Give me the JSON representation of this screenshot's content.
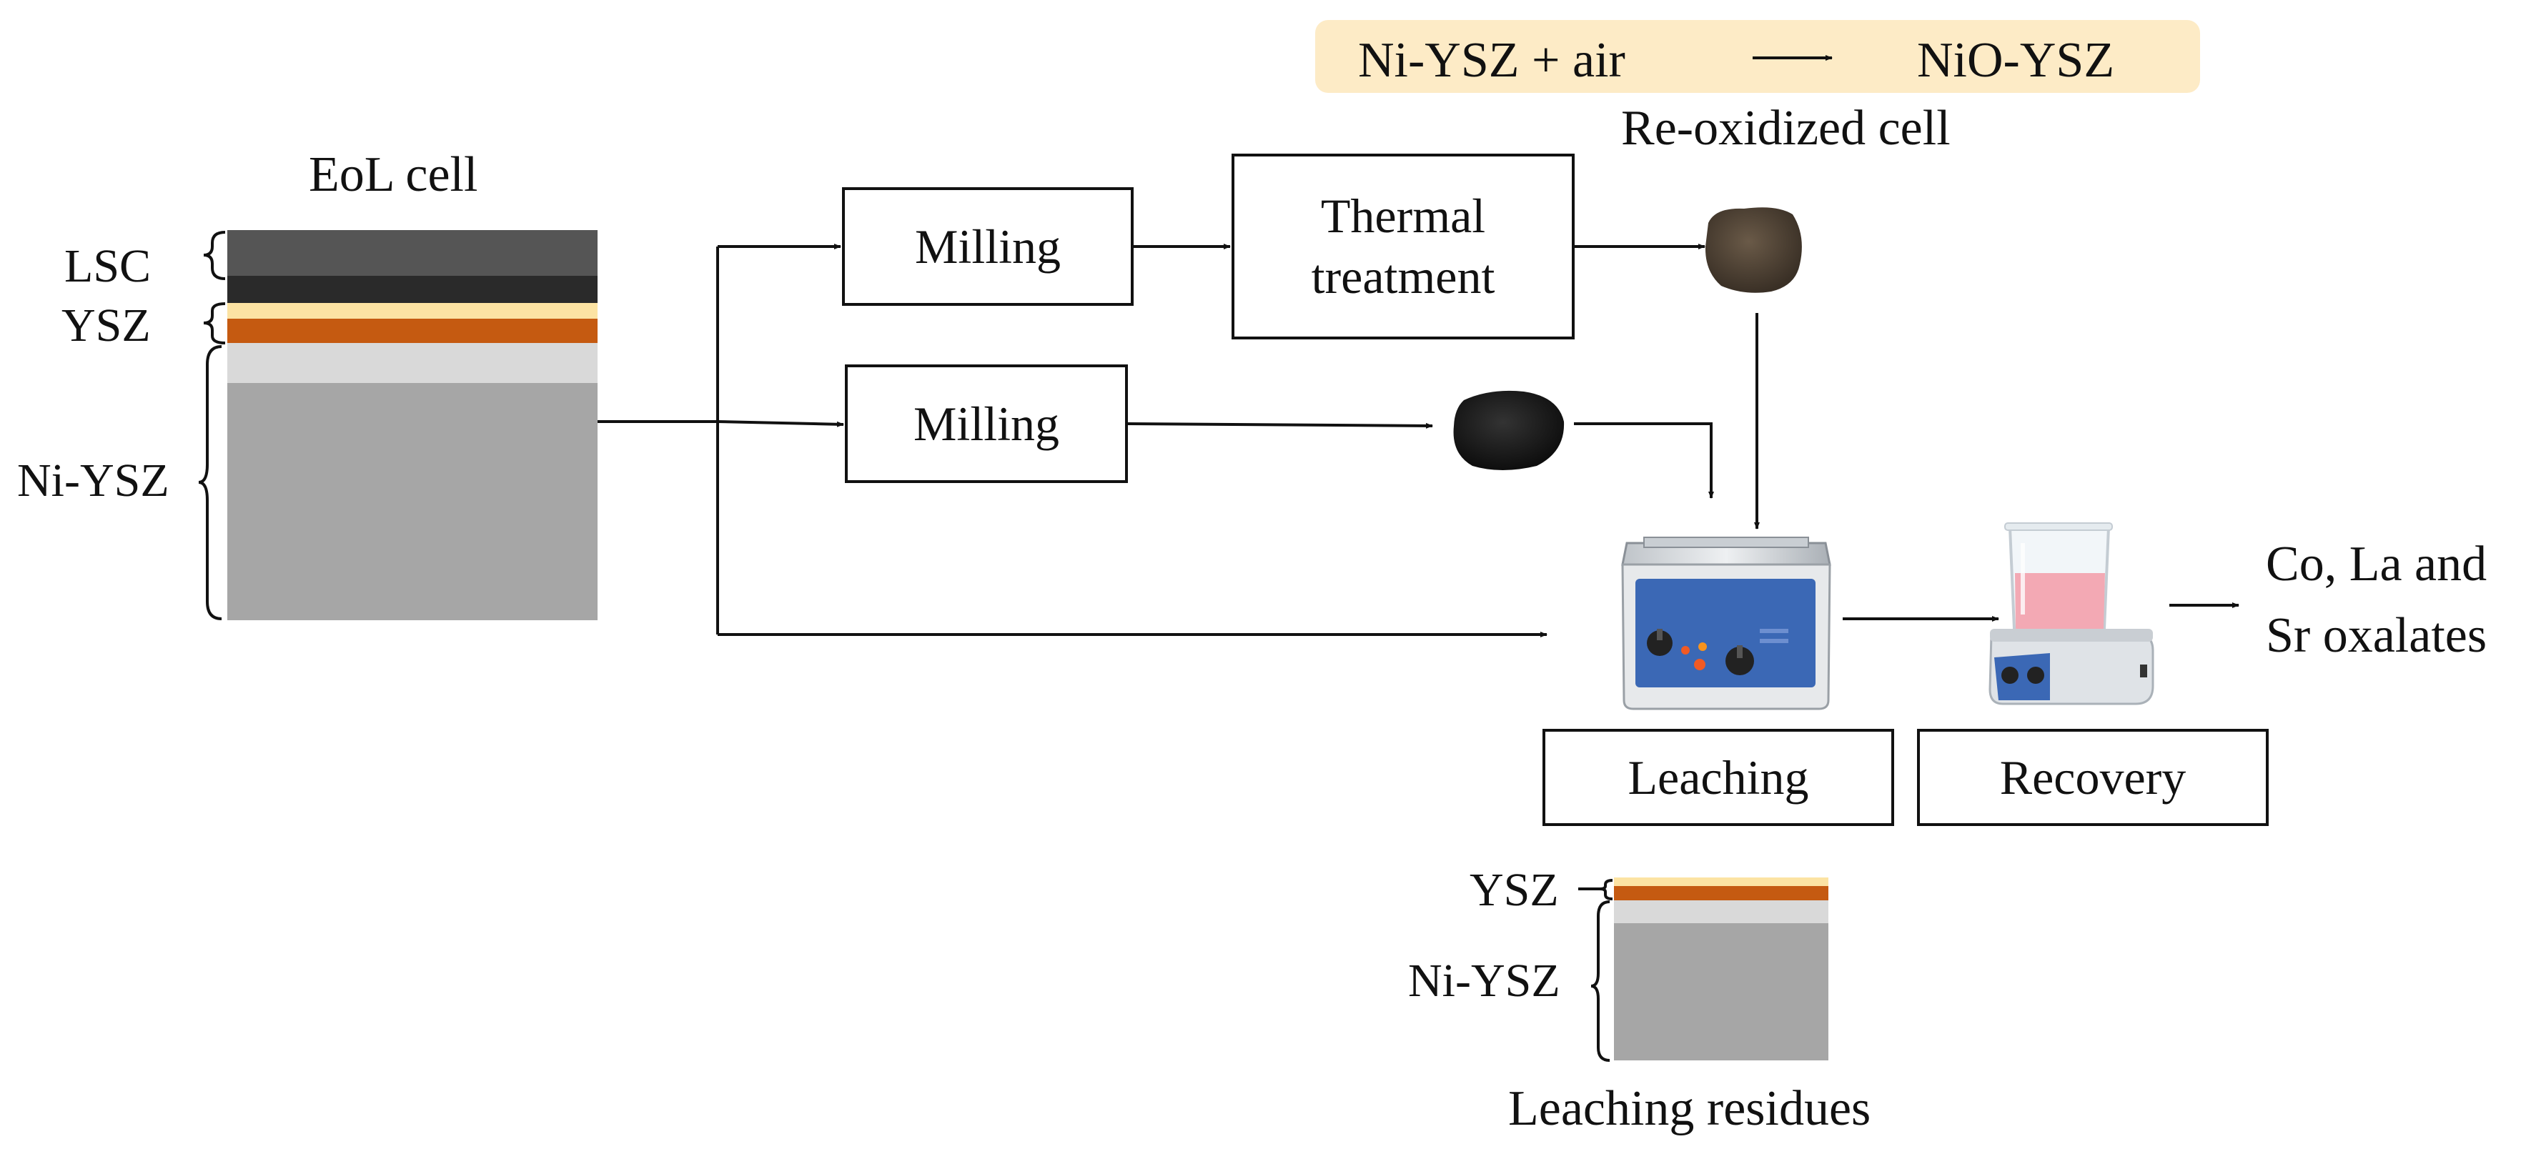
{
  "eol_cell": {
    "title": "EoL cell",
    "labels": {
      "lsc": "LSC",
      "ysz": "YSZ",
      "ni_ysz": "Ni-YSZ"
    }
  },
  "reaction": {
    "reactant": "Ni-YSZ + air",
    "product": "NiO-YSZ",
    "caption": "Re-oxidized cell"
  },
  "boxes": {
    "milling_top": "Milling",
    "thermal_line1": "Thermal",
    "thermal_line2": "treatment",
    "milling_mid": "Milling",
    "leaching": "Leaching",
    "recovery": "Recovery"
  },
  "product": {
    "line1": "Co, La and",
    "line2": "Sr oxalates"
  },
  "residues": {
    "labels": {
      "ysz": "YSZ",
      "ni_ysz": "Ni-YSZ"
    },
    "caption": "Leaching residues"
  },
  "colors": {
    "lsc_top": "#555555",
    "lsc_bottom": "#2a2a2a",
    "ysz": "#fce3a3",
    "barrier": "#c55a11",
    "ni_ysz_light": "#d9d9d9",
    "ni_ysz": "#a6a6a6",
    "reaction_bg": "#fdebc6",
    "bath_blue": "#3b68b5",
    "beaker_liquid": "#f3a9b4"
  }
}
